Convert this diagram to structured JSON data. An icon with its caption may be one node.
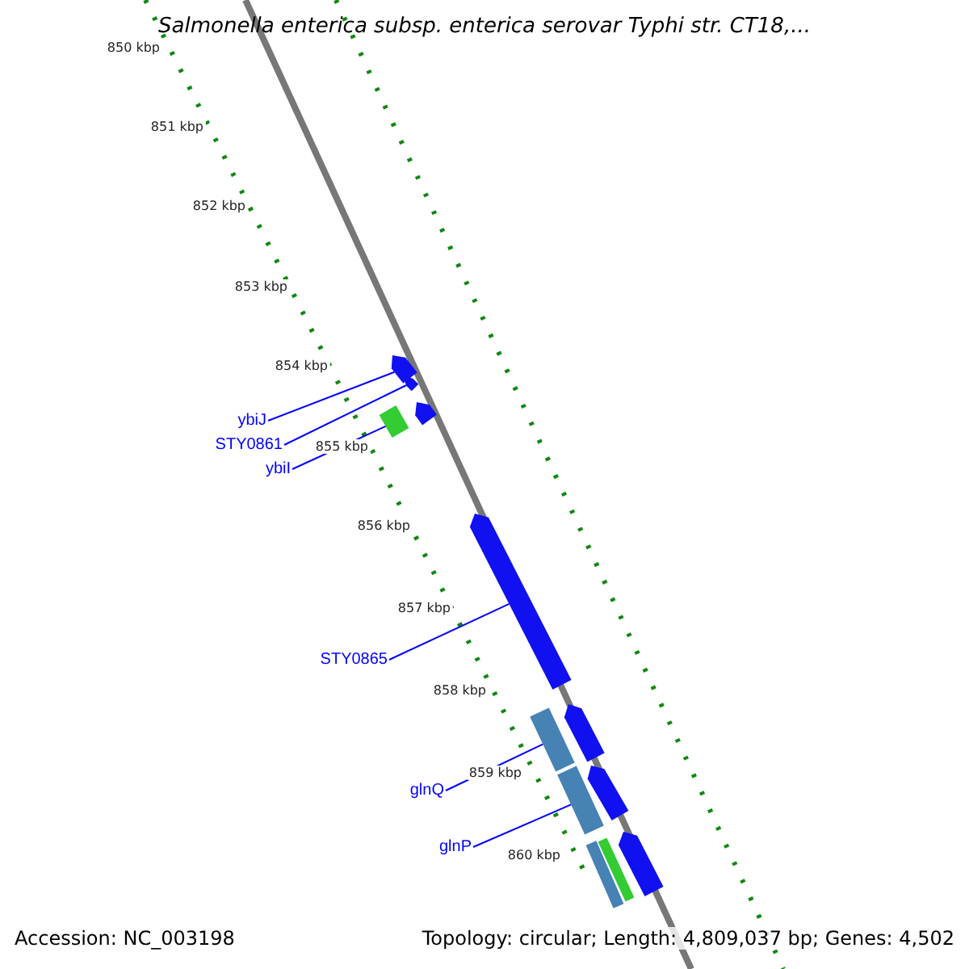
{
  "diagram": {
    "title": "Salmonella enterica subsp. enterica serovar Typhi str. CT18,...",
    "nodes": [
      {
        "text": [
          "ybiJ"
        ]
      },
      {
        "text": [
          "STY0861"
        ]
      },
      {
        "text": [
          "ybiI"
        ]
      },
      {
        "text": [
          "STY0865"
        ]
      },
      {
        "text": [
          "glnQ"
        ]
      },
      {
        "text": [
          "glnP"
        ]
      },
      {
        "text": [],
        "shape": "bar"
      },
      {
        "text": [],
        "shape": "bar"
      },
      {
        "text": [],
        "shape": "bar"
      },
      {
        "text": [],
        "shape": "bar"
      },
      {
        "text": [],
        "shape": "bar"
      },
      {
        "text": [],
        "shape": "bar"
      },
      {
        "text": [],
        "shape": "bar"
      },
      {
        "text": [],
        "shape": "bar"
      },
      {
        "text": [],
        "shape": "bar"
      },
      {
        "text": [],
        "shape": "bar"
      },
      {
        "text": [],
        "shape": "bar"
      },
      {
        "text": [],
        "shape": "bar"
      }
    ],
    "edges": [
      {
        "from": 0,
        "to": 6,
        "arrow": "none"
      },
      {
        "from": 1,
        "to": 7,
        "arrow": "none"
      },
      {
        "from": 2,
        "to": 8,
        "arrow": "none"
      },
      {
        "from": 3,
        "to": 10,
        "arrow": "none"
      },
      {
        "from": 4,
        "to": 11,
        "arrow": "none"
      },
      {
        "from": 5,
        "to": 12,
        "arrow": "none"
      }
    ],
    "labels": [
      "850 kbp",
      "851 kbp",
      "852 kbp",
      "853 kbp",
      "854 kbp",
      "855 kbp",
      "856 kbp",
      "857 kbp",
      "858 kbp",
      "859 kbp",
      "860 kbp",
      "Accession: NC_003198",
      "Topology: circular; Length: 4,809,037 bp; Genes: 4,502"
    ]
  }
}
